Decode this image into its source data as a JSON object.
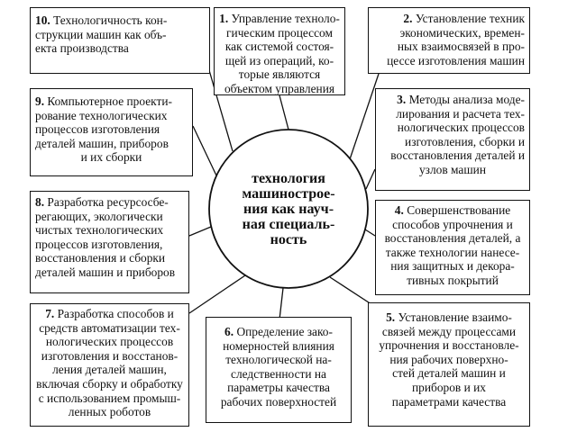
{
  "center": {
    "lines": [
      "технология",
      "машиностроe-",
      "ния как науч-",
      "ная специаль-",
      "ность"
    ]
  },
  "boxes": [
    {
      "num": "1.",
      "lines": [
        "Управление техноло-",
        "гическим процессом",
        "как системой состоя-",
        "щей из операций, ко-",
        "торые являются",
        "объектом управления"
      ]
    },
    {
      "num": "2.",
      "lines": [
        "Установление техник",
        "экономических, времен-",
        "ных взаимосвязей в про-",
        "цессе изготовления машин"
      ]
    },
    {
      "num": "3.",
      "lines": [
        "Методы анализа моде-",
        "лирования и расчета тех-",
        "нологических процессов",
        "изготовления, сборки и",
        "восстановления деталей и",
        "узлов машин"
      ]
    },
    {
      "num": "4.",
      "lines": [
        "Совершенствование",
        "способов упрочнения и",
        "восстановления деталей, а",
        "также технологии нанесе-",
        "ния защитных и декора-",
        "тивных покрытий"
      ]
    },
    {
      "num": "5.",
      "lines": [
        "Установление взаимо-",
        "связей между процессами",
        "упрочнения и восстановле-",
        "ния рабочих поверхно-",
        "стей деталей машин и",
        "приборов и их",
        "параметрами качества"
      ]
    },
    {
      "num": "6.",
      "lines": [
        "Определение зако-",
        "номерностей влияния",
        "технологической на-",
        "следственности на",
        "параметры качества",
        "рабочих поверхностей"
      ]
    },
    {
      "num": "7.",
      "lines": [
        "Разработка способов и",
        "средств автоматизации тех-",
        "нологических процессов",
        "изготовления и восстанов-",
        "ления деталей машин,",
        "включая сборку и обработку",
        "с использованием промыш-",
        "ленных роботов"
      ]
    },
    {
      "num": "8.",
      "lines": [
        "Разработка ресурсосбе-",
        "регающих, экологически",
        "чистых технологических",
        "процессов изготовления,",
        "восстановления и сборки",
        "деталей машин и приборов"
      ]
    },
    {
      "num": "9.",
      "lines": [
        "Компьютерное проекти-",
        "рование технологических",
        "процессов изготовления",
        "деталей машин, приборов",
        "и их сборки"
      ]
    },
    {
      "num": "10.",
      "lines": [
        "Технологичность кон-",
        "струкции машин как объ-",
        "екта производства"
      ]
    }
  ],
  "colors": {
    "stroke": "#111111",
    "background": "#ffffff"
  }
}
